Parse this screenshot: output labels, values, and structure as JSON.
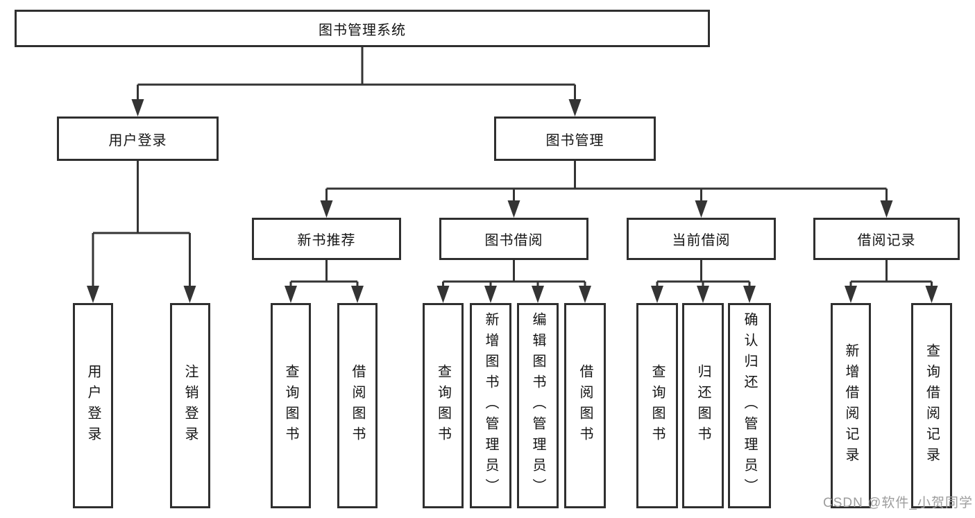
{
  "tree": {
    "root": {
      "label": "图书管理系统",
      "children": [
        {
          "label": "用户登录",
          "children": [
            {
              "label": "用户登录"
            },
            {
              "label": "注销登录"
            }
          ]
        },
        {
          "label": "图书管理",
          "children": [
            {
              "label": "新书推荐",
              "children": [
                {
                  "label": "查询图书"
                },
                {
                  "label": "借阅图书"
                }
              ]
            },
            {
              "label": "图书借阅",
              "children": [
                {
                  "label": "查询图书"
                },
                {
                  "label": "新增图书（管理员）"
                },
                {
                  "label": "编辑图书（管理员）"
                },
                {
                  "label": "借阅图书"
                }
              ]
            },
            {
              "label": "当前借阅",
              "children": [
                {
                  "label": "查询图书"
                },
                {
                  "label": "归还图书"
                },
                {
                  "label": "确认归还（管理员）"
                }
              ]
            },
            {
              "label": "借阅记录",
              "children": [
                {
                  "label": "新增借阅记录"
                },
                {
                  "label": "查询借阅记录"
                }
              ]
            }
          ]
        }
      ]
    }
  },
  "colors": {
    "line": "#343434",
    "border": "#2f2f2f",
    "text": "#141414",
    "watermark": "#9d9d9d"
  },
  "watermark": {
    "text": "CSDN @软件_小贺同学"
  }
}
